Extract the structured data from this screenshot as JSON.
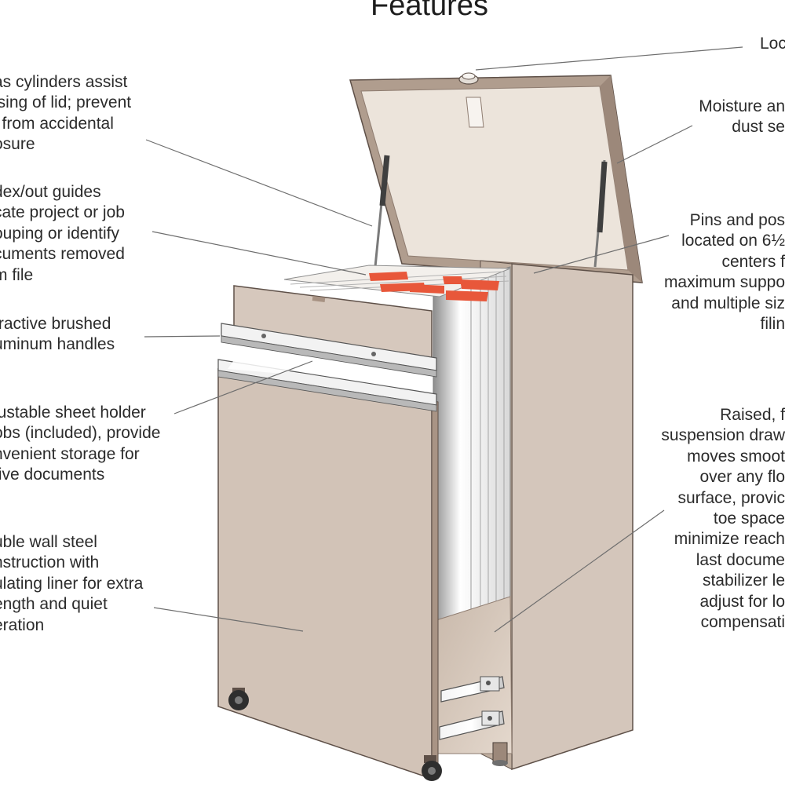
{
  "title": "Features",
  "callouts": {
    "lock": {
      "lines": [
        "Loc"
      ]
    },
    "gas_cylinders": {
      "lines": [
        "as cylinders assist",
        "ising of lid; prevent",
        "l from accidental",
        "osure"
      ]
    },
    "moisture_seal": {
      "lines": [
        "Moisture an",
        "dust se"
      ]
    },
    "index_guides": {
      "lines": [
        "dex/out guides",
        "cate project or job",
        "ouping or identify",
        "cuments removed",
        "m file"
      ]
    },
    "pins_posts": {
      "lines": [
        "Pins and pos",
        "located on 6½",
        "centers f",
        "maximum suppo",
        "and multiple siz",
        "filin"
      ]
    },
    "handles": {
      "lines": [
        "tractive brushed",
        "uminum handles"
      ]
    },
    "sheet_holder": {
      "lines": [
        "justable sheet holder",
        "obs (included), provide",
        "nvenient storage for",
        "tive documents"
      ]
    },
    "suspension_drawer": {
      "lines": [
        "Raised, f",
        "suspension draw",
        "moves smoot",
        "over any flo",
        "surface, provic",
        "toe space",
        "minimize reach",
        "last docume",
        "stabilizer le",
        "adjust for lo",
        "compensati"
      ]
    },
    "double_wall": {
      "lines": [
        "uble wall steel",
        "nstruction with",
        "ulating liner for extra",
        "ength and quiet",
        "eration"
      ]
    }
  },
  "colors": {
    "cabinet_body": "#cfc0b4",
    "cabinet_shadow": "#b5a497",
    "lid_inner": "#e9e0d7",
    "lid_frame": "#a48f80",
    "file_tab": "#e8573a",
    "line": "#6e6e6e"
  }
}
